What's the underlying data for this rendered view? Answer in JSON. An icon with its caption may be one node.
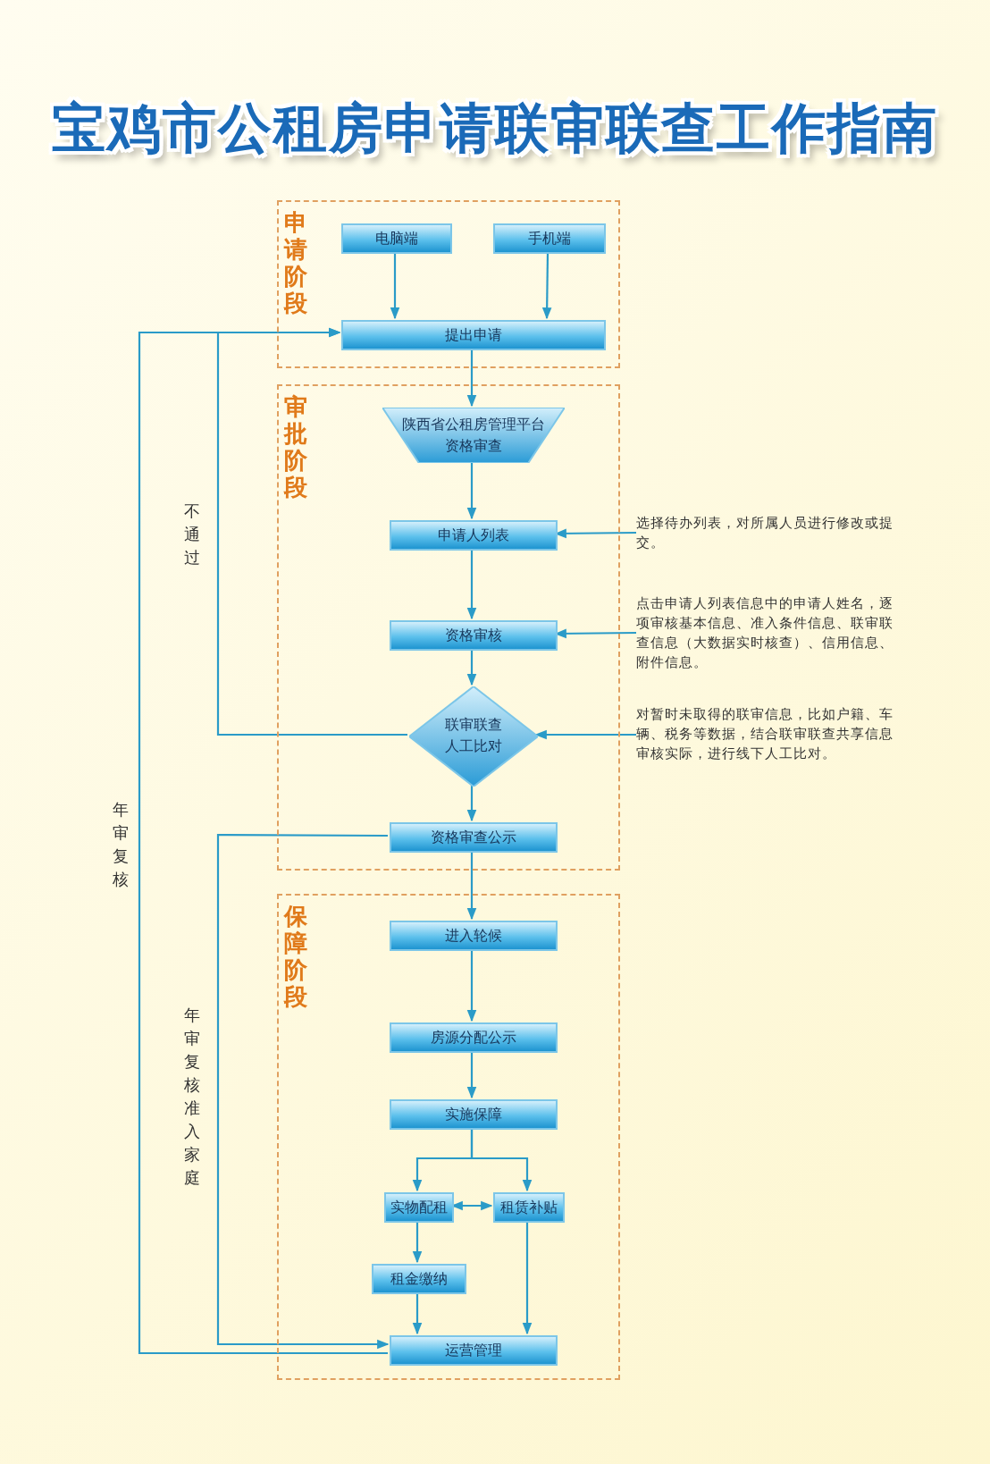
{
  "diagram": {
    "title": "宝鸡市公租房申请联审联查工作指南",
    "nodes": [
      {
        "text": [
          "申请阶段"
        ]
      },
      {
        "text": [
          "电脑端"
        ],
        "in": 0
      },
      {
        "text": [
          "手机端"
        ],
        "in": 0
      },
      {
        "text": [
          "提出申请"
        ],
        "in": 0
      },
      {
        "text": [
          "审批阶段"
        ]
      },
      {
        "text": [
          "陕西省公租房管理平台资格审查"
        ],
        "in": 4
      },
      {
        "text": [
          "申请人列表"
        ],
        "in": 4
      },
      {
        "text": [
          "资格审核"
        ],
        "in": 4
      },
      {
        "text": [
          "联审联查人工比对"
        ],
        "in": 4
      },
      {
        "text": [
          "资格审查公示"
        ],
        "in": 4
      },
      {
        "text": [
          "保障阶段"
        ]
      },
      {
        "text": [
          "进入轮候"
        ],
        "in": 10
      },
      {
        "text": [
          "房源分配公示"
        ],
        "in": 10
      },
      {
        "text": [
          "实施保障"
        ],
        "in": 10
      },
      {
        "text": [
          "实物配租"
        ],
        "in": 10
      },
      {
        "text": [
          "租赁补贴"
        ],
        "in": 10
      },
      {
        "text": [
          "租金缴纳"
        ],
        "in": 10
      },
      {
        "text": [
          "运营管理"
        ],
        "in": 10
      },
      {
        "text": [
          "选择待办列表，对所属人员进行修改或提交。"
        ]
      },
      {
        "text": [
          "点击申请人列表信息中的申请人姓名，逐项审核基本信息、准入条件信息、联审联查信息（大数据实时核查）、信用信息、附件信息。"
        ]
      },
      {
        "text": [
          "对暂时未取得的联审信息，比如户籍、车辆、税务等数据，结合联审联查共享信息审核实际，进行线下人工比对。"
        ]
      }
    ],
    "edges": [
      {
        "from": 1,
        "to": 3,
        "arrow": "to"
      },
      {
        "from": 2,
        "to": 3,
        "arrow": "to"
      },
      {
        "from": 3,
        "to": 5,
        "arrow": "to"
      },
      {
        "from": 5,
        "to": 6,
        "arrow": "to"
      },
      {
        "from": 6,
        "to": 7,
        "arrow": "to"
      },
      {
        "from": 7,
        "to": 8,
        "arrow": "to"
      },
      {
        "from": 8,
        "to": 9,
        "arrow": "to"
      },
      {
        "from": 9,
        "to": 11,
        "arrow": "to"
      },
      {
        "from": 11,
        "to": 12,
        "arrow": "to"
      },
      {
        "from": 12,
        "to": 13,
        "arrow": "to"
      },
      {
        "from": 13,
        "to": 14,
        "arrow": "to"
      },
      {
        "from": 13,
        "to": 15,
        "arrow": "to"
      },
      {
        "from": 14,
        "to": 15,
        "arrow": "both"
      },
      {
        "from": 14,
        "to": 16,
        "arrow": "to"
      },
      {
        "from": 16,
        "to": 17,
        "arrow": "to"
      },
      {
        "from": 15,
        "to": 17,
        "arrow": "to"
      },
      {
        "from": 8,
        "to": 3,
        "arrow": "to",
        "label": "不通过"
      },
      {
        "from": 17,
        "to": 3,
        "arrow": "to",
        "label": "年审复核"
      },
      {
        "from": 9,
        "to": 17,
        "arrow": "to",
        "label": "年审复核准入家庭"
      },
      {
        "from": 18,
        "to": 6,
        "arrow": "to"
      },
      {
        "from": 19,
        "to": 7,
        "arrow": "to"
      },
      {
        "from": 20,
        "to": 8,
        "arrow": "to"
      }
    ]
  }
}
